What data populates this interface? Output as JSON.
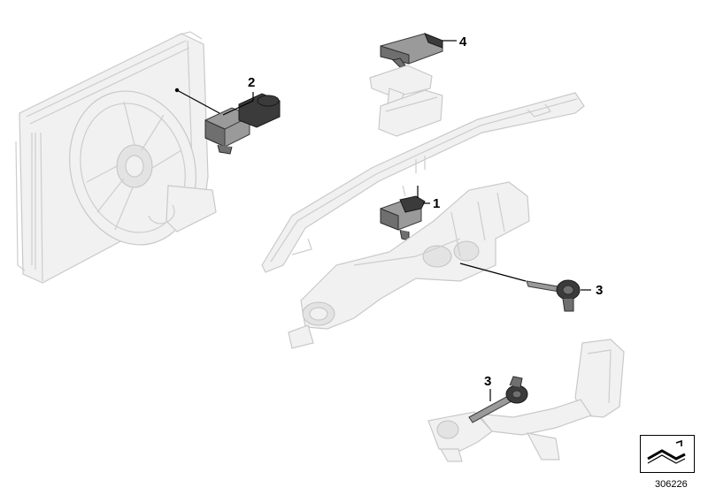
{
  "callouts": [
    {
      "id": "2",
      "label": "2"
    },
    {
      "id": "4",
      "label": "4"
    },
    {
      "id": "1",
      "label": "1"
    },
    {
      "id": "3a",
      "label": "3"
    },
    {
      "id": "3b",
      "label": "3"
    }
  ],
  "reference_number": "306226",
  "colors": {
    "ghost_fill": "#f1f1f1",
    "ghost_stroke": "#c9c9c9",
    "part_fill": "#6f6f6f",
    "leader": "#000000"
  }
}
